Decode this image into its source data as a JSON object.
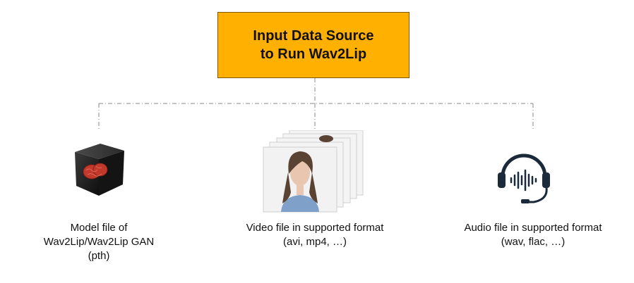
{
  "title": {
    "line1": "Input Data Source",
    "line2": "to Run Wav2Lip"
  },
  "inputs": [
    {
      "icon": "brain-cube-icon",
      "lines": [
        "Model file of",
        "Wav2Lip/Wav2Lip GAN",
        "(pth)"
      ]
    },
    {
      "icon": "video-frames-icon",
      "lines": [
        "Video file in supported format",
        "(avi, mp4, …)"
      ]
    },
    {
      "icon": "headset-audio-icon",
      "lines": [
        "Audio file in supported format",
        "(wav, flac, …)"
      ]
    }
  ],
  "colors": {
    "title_fill": "#FFB000",
    "connector": "#888888",
    "cube": "#1e1e1e",
    "brain": "#c0392b",
    "person_hair": "#5b4334",
    "person_shirt": "#7fa0c8",
    "headset": "#1a2a3a"
  }
}
